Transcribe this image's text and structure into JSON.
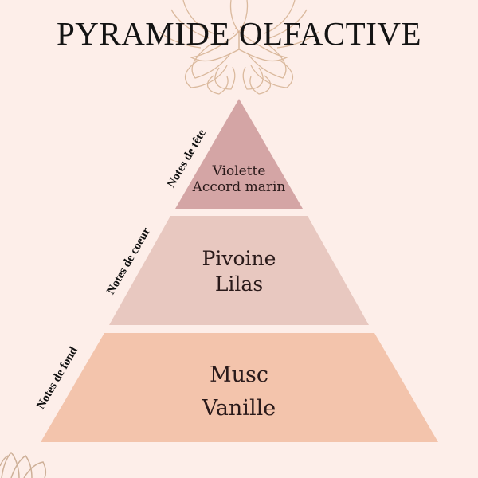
{
  "title": "PYRAMIDE OLFACTIVE",
  "colors": {
    "background": "#fdeee9",
    "top_tier": "#d4a5a5",
    "middle_tier": "#e8c8c0",
    "base_tier": "#f3c4ac",
    "flower_line": "#c9a27e"
  },
  "pyramid": {
    "top": {
      "label": "Notes de tête",
      "notes": [
        "Violette",
        "Accord marin"
      ]
    },
    "middle": {
      "label": "Notes de coeur",
      "notes": [
        "Pivoine",
        "Lilas"
      ]
    },
    "base": {
      "label": "Notes de fond",
      "notes": [
        "Musc",
        "Vanille"
      ]
    }
  },
  "decorations": [
    "flower-outline-top",
    "flower-outline-bottom-left"
  ]
}
